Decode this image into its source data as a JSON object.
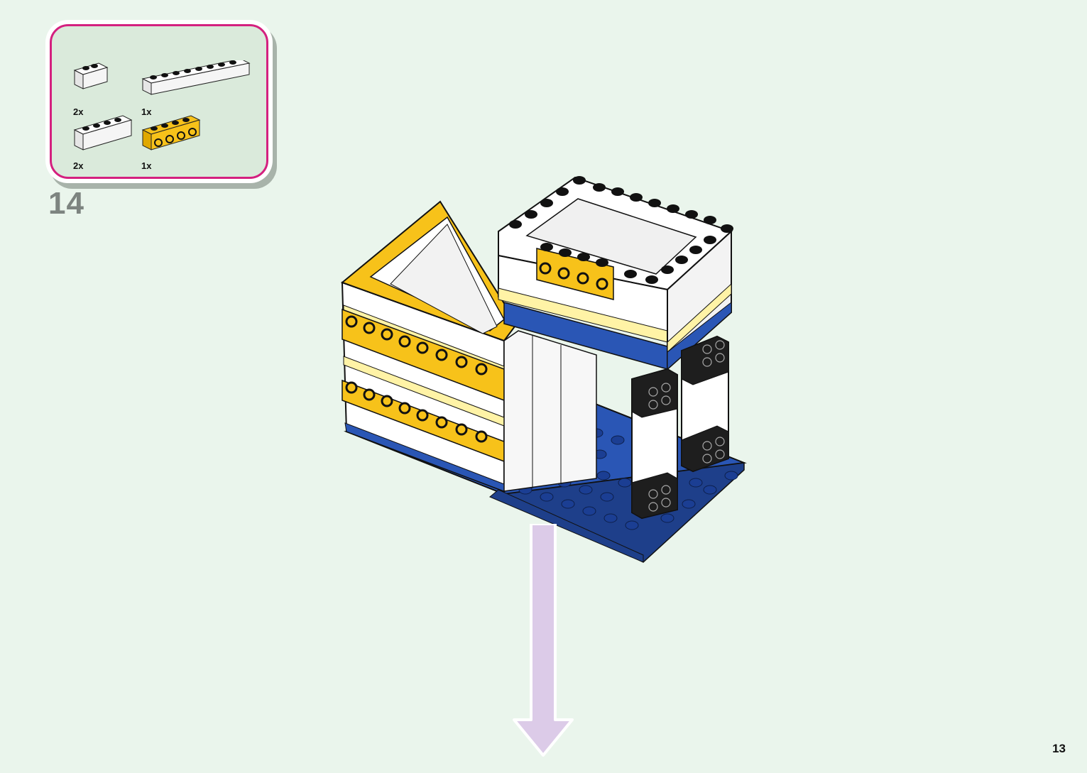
{
  "parts_list": {
    "items": [
      {
        "name": "white-brick-1x2",
        "qty": "2x",
        "color": "#ffffff"
      },
      {
        "name": "white-brick-1x8",
        "qty": "1x",
        "color": "#ffffff"
      },
      {
        "name": "white-brick-1x4",
        "qty": "2x",
        "color": "#ffffff"
      },
      {
        "name": "yellow-technic-brick-1x4",
        "qty": "1x",
        "color": "#f7c21a"
      }
    ],
    "border_color": "#d4207f",
    "background_color": "#daeadb"
  },
  "step": {
    "number": "14"
  },
  "page": {
    "number": "13",
    "background_color": "#eaf5ec"
  },
  "model": {
    "colors": {
      "white": "#ffffff",
      "yellow": "#f7c21a",
      "blue": "#2a56b5",
      "black": "#1e1e1e"
    }
  },
  "arrow": {
    "color": "#dccbe8",
    "direction": "down"
  }
}
